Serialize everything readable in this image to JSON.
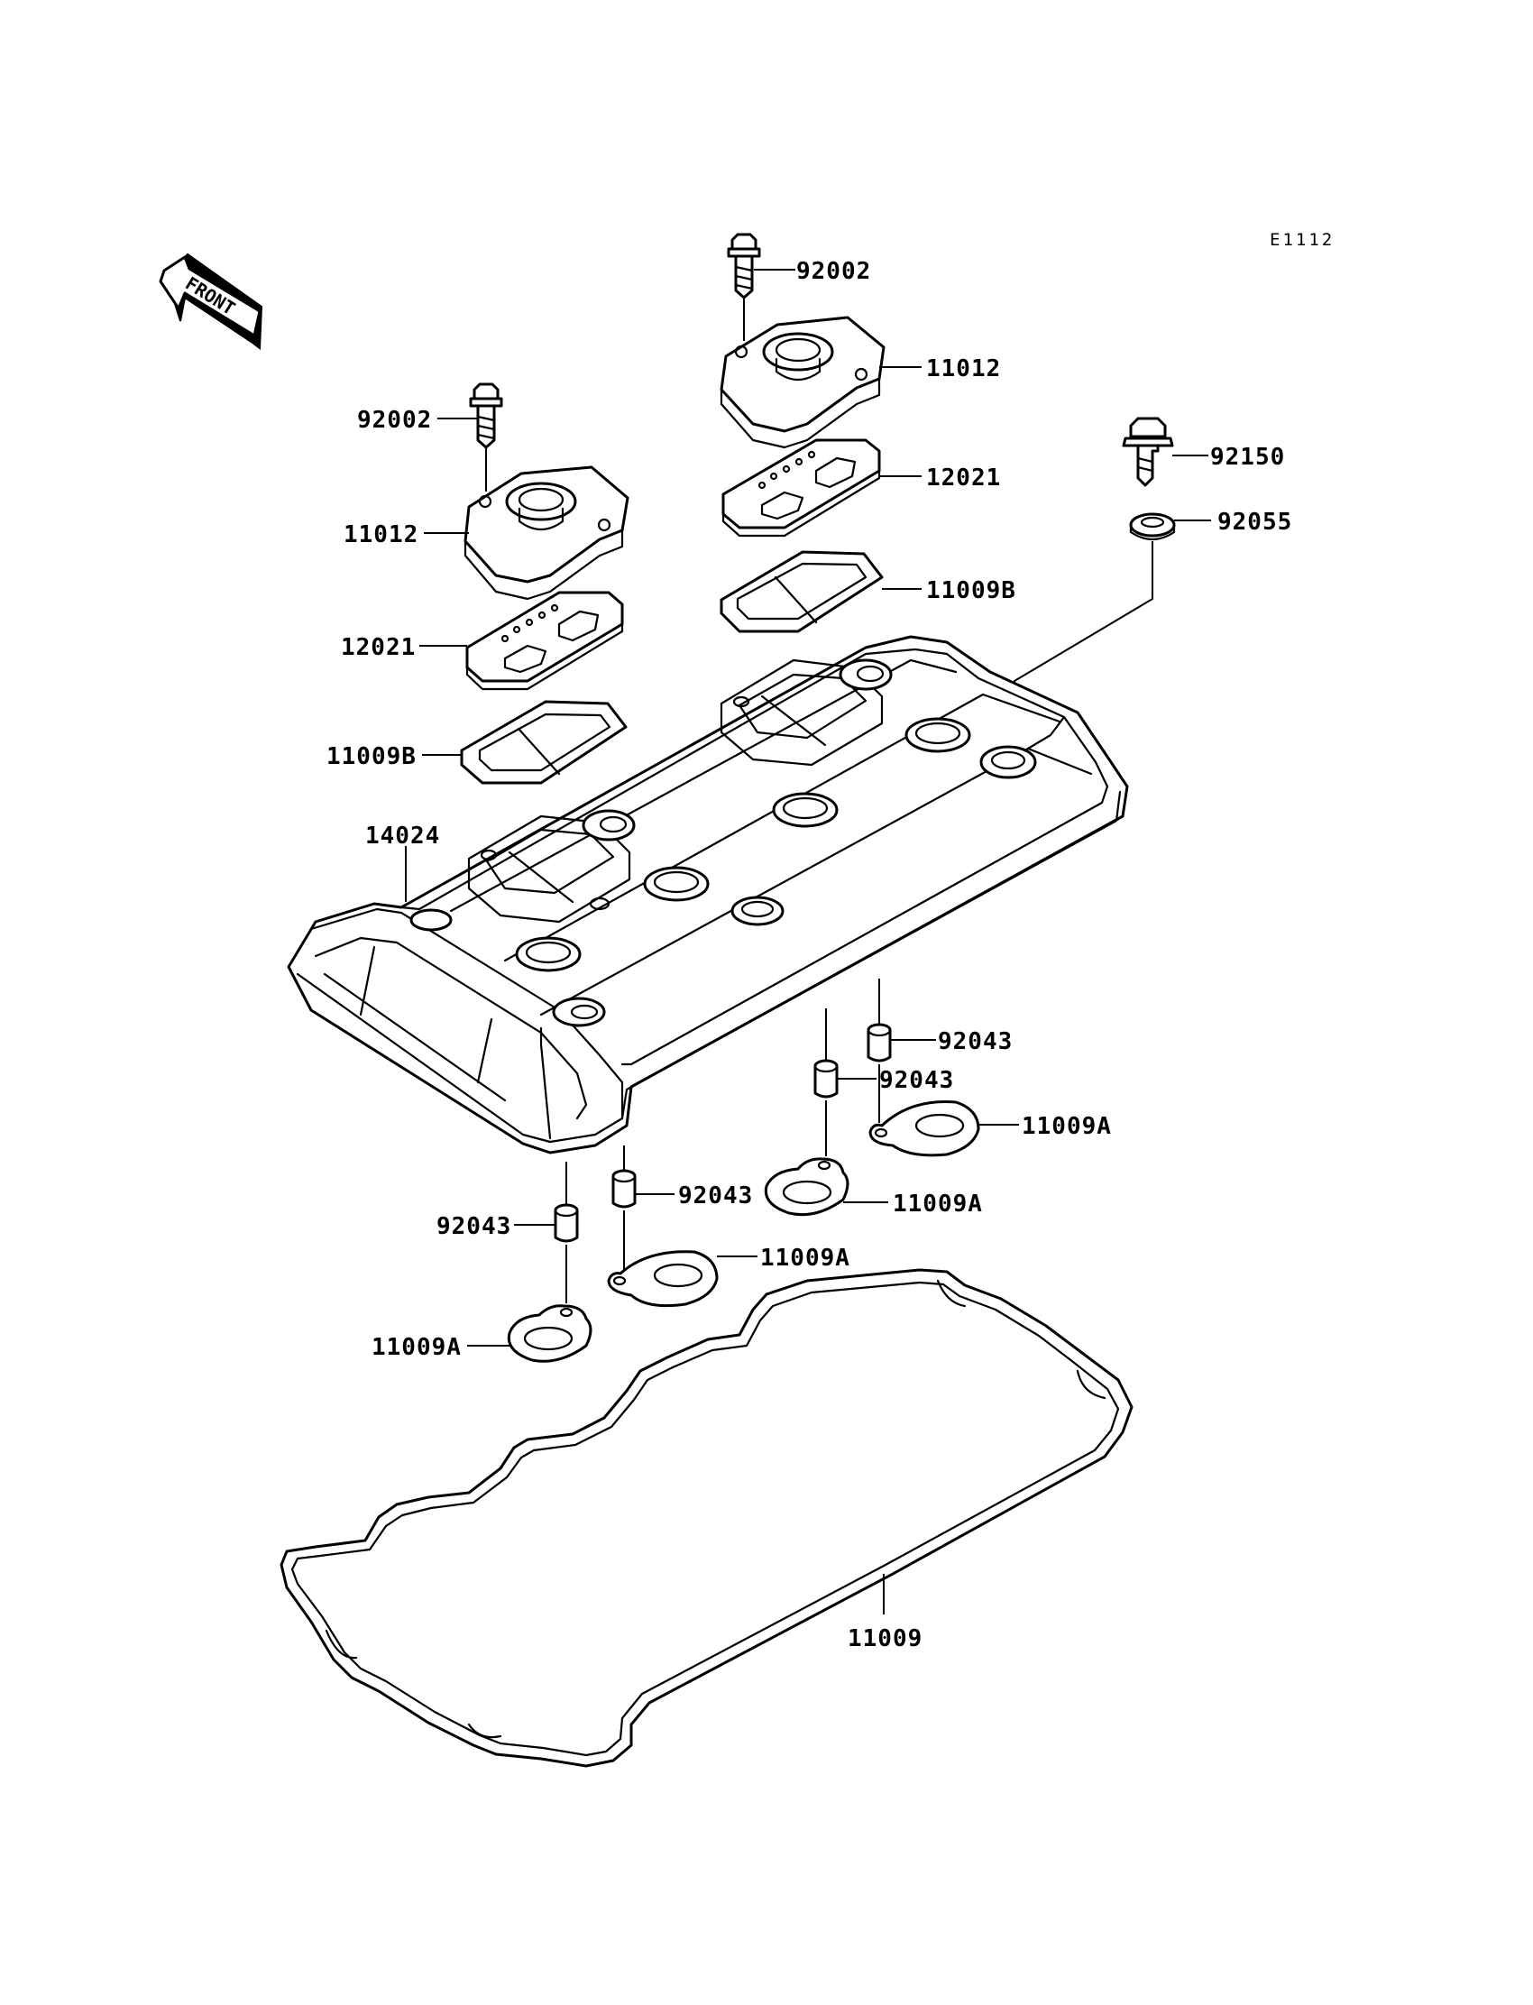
{
  "diagram_code": "E1112",
  "front_marker": "FRONT",
  "labels": [
    {
      "id": "l-92002-top",
      "text": "92002"
    },
    {
      "id": "l-11012-top",
      "text": "11012"
    },
    {
      "id": "l-92002-left",
      "text": "92002"
    },
    {
      "id": "l-92150",
      "text": "92150"
    },
    {
      "id": "l-12021-top",
      "text": "12021"
    },
    {
      "id": "l-92055",
      "text": "92055"
    },
    {
      "id": "l-11012-left",
      "text": "11012"
    },
    {
      "id": "l-11009B-top",
      "text": "11009B"
    },
    {
      "id": "l-12021-left",
      "text": "12021"
    },
    {
      "id": "l-11009B-left",
      "text": "11009B"
    },
    {
      "id": "l-14024",
      "text": "14024"
    },
    {
      "id": "l-92043-a",
      "text": "92043"
    },
    {
      "id": "l-92043-b",
      "text": "92043"
    },
    {
      "id": "l-11009A-a",
      "text": "11009A"
    },
    {
      "id": "l-11009A-b",
      "text": "11009A"
    },
    {
      "id": "l-92043-c",
      "text": "92043"
    },
    {
      "id": "l-92043-d",
      "text": "92043"
    },
    {
      "id": "l-11009A-c",
      "text": "11009A"
    },
    {
      "id": "l-11009A-d",
      "text": "11009A"
    },
    {
      "id": "l-11009",
      "text": "11009"
    }
  ],
  "colors": {
    "ink": "#000000",
    "paper": "#ffffff"
  }
}
